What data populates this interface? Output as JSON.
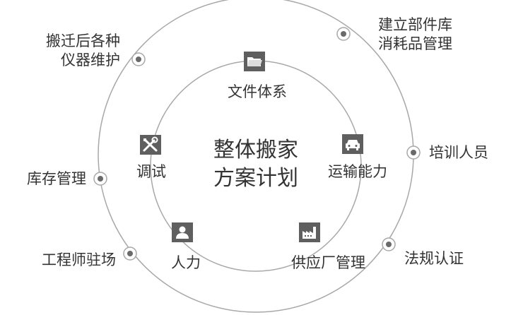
{
  "diagram": {
    "center_title": [
      "整体搬家",
      "方案计划"
    ],
    "inner_items": [
      {
        "label": "文件体系",
        "icon": "folder-icon"
      },
      {
        "label": "调试",
        "icon": "tools-icon"
      },
      {
        "label": "运输能力",
        "icon": "car-icon"
      },
      {
        "label": "人力",
        "icon": "person-icon"
      },
      {
        "label": "供应厂管理",
        "icon": "factory-icon"
      }
    ],
    "outer_items": [
      {
        "lines": [
          "搬迁后各种",
          "仪器维护"
        ]
      },
      {
        "lines": [
          "建立部件库",
          "消耗品管理"
        ]
      },
      {
        "lines": [
          "培训人员"
        ]
      },
      {
        "lines": [
          "库存管理"
        ]
      },
      {
        "lines": [
          "工程师驻场"
        ]
      },
      {
        "lines": [
          "法规认证"
        ]
      }
    ],
    "colors": {
      "ring": "#a8a8a8",
      "icon_bg": "#5f5f5f",
      "text": "#333333"
    }
  }
}
